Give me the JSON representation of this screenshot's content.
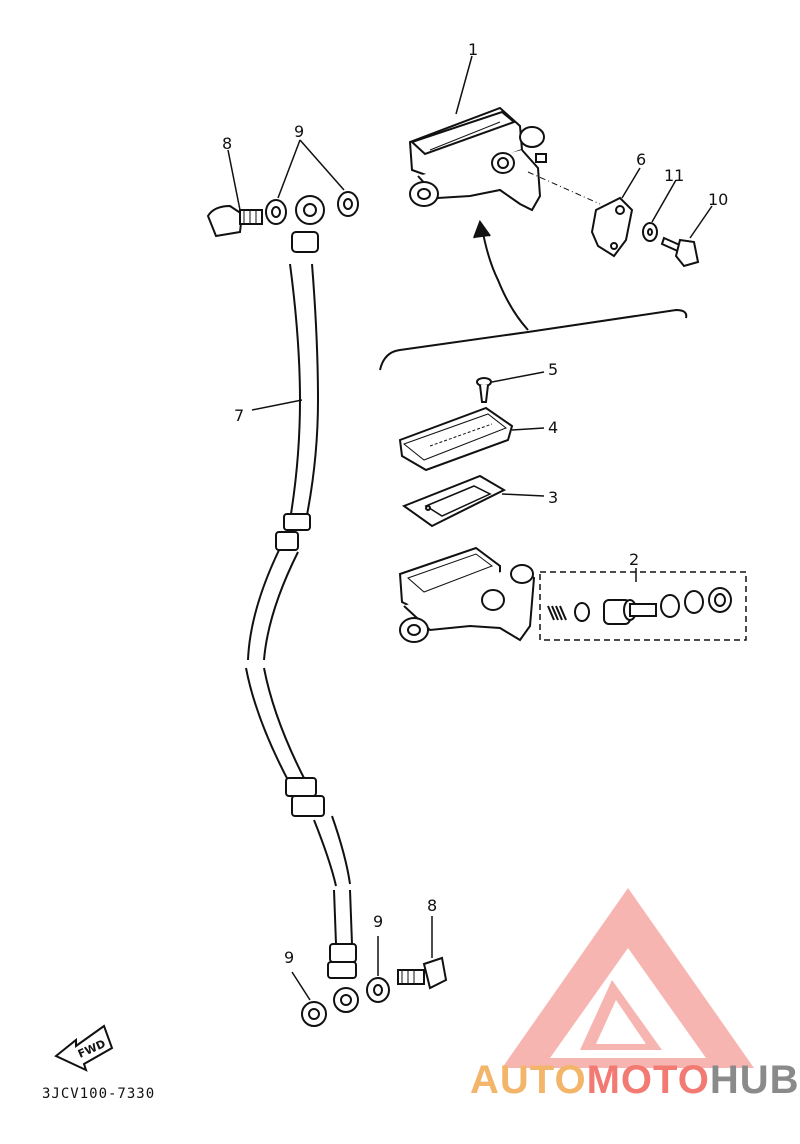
{
  "diagram": {
    "callouts": {
      "c1": "1",
      "c2": "2",
      "c3": "3",
      "c4": "4",
      "c5": "5",
      "c6": "6",
      "c7": "7",
      "c8a": "8",
      "c8b": "8",
      "c9a": "9",
      "c9b": "9",
      "c9c": "9",
      "c10": "10",
      "c11": "11"
    },
    "fwd_label": "FWD",
    "part_code": "3JCV100-7330"
  },
  "watermark": {
    "part1": "AUTO",
    "part2": "MOTO",
    "part3": "HUB",
    "colors": {
      "auto": "#f3b56a",
      "moto": "#f27a72",
      "hub": "#8a8a8a",
      "triangle": "#f27a72"
    }
  }
}
